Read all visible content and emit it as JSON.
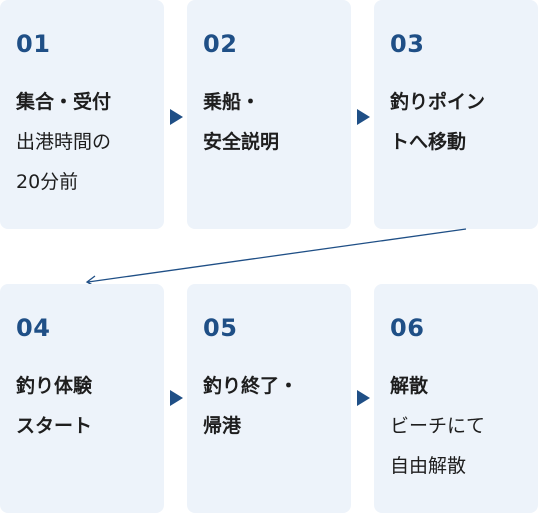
{
  "steps": [
    {
      "num": "01",
      "bold_lines": [
        "集合・受付"
      ],
      "lines": [
        "出港時間の",
        "20分前"
      ]
    },
    {
      "num": "02",
      "bold_lines": [
        "乗船・",
        "安全説明"
      ],
      "lines": []
    },
    {
      "num": "03",
      "bold_lines": [
        "釣りポイン",
        "トへ移動"
      ],
      "lines": []
    },
    {
      "num": "04",
      "bold_lines": [
        "釣り体験",
        "スタート"
      ],
      "lines": []
    },
    {
      "num": "05",
      "bold_lines": [
        "釣り終了・",
        "帰港"
      ],
      "lines": []
    },
    {
      "num": "06",
      "bold_lines": [
        "解散"
      ],
      "lines": [
        "ビーチにて",
        "自由解散"
      ]
    }
  ],
  "colors": {
    "card_bg": "#edf3fa",
    "accent": "#1f4f86",
    "text": "#1e1e1e"
  }
}
